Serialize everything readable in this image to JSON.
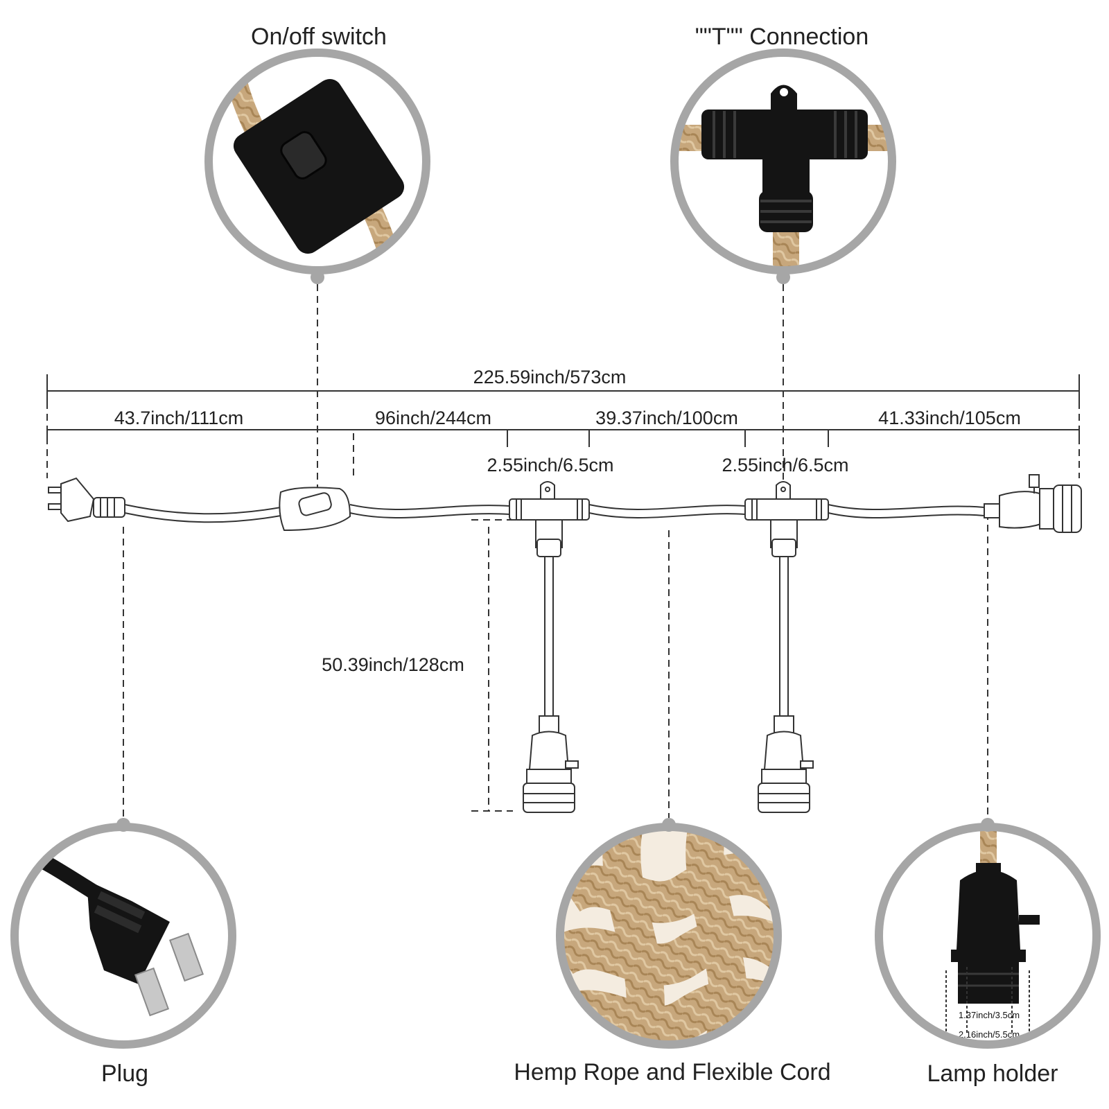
{
  "callouts": {
    "switch": "On/off switch",
    "t_connection": "\"\"T\"\" Connection",
    "plug": "Plug",
    "cord": "Hemp Rope and Flexible Cord",
    "lamp_holder": "Lamp holder"
  },
  "dimensions": {
    "total": "225.59inch/573cm",
    "plug_to_switch": "43.7inch/111cm",
    "switch_to_first_t": "96inch/244cm",
    "between_t": "39.37inch/100cm",
    "last_t_to_end": "41.33inch/105cm",
    "t_width_1": "2.55inch/6.5cm",
    "t_width_2": "2.55inch/6.5cm",
    "drop_length": "50.39inch/128cm",
    "socket_inner": "1.37inch/3.5cm",
    "socket_outer": "2.16inch/5.5cm"
  },
  "colors": {
    "circle_border": "#a6a6a6",
    "line": "#333333",
    "rope": "#c9ab80",
    "black_part": "#141414"
  },
  "icons": [
    "switch-icon",
    "t-connector-icon",
    "plug-icon",
    "rope-icon",
    "lamp-socket-icon"
  ]
}
